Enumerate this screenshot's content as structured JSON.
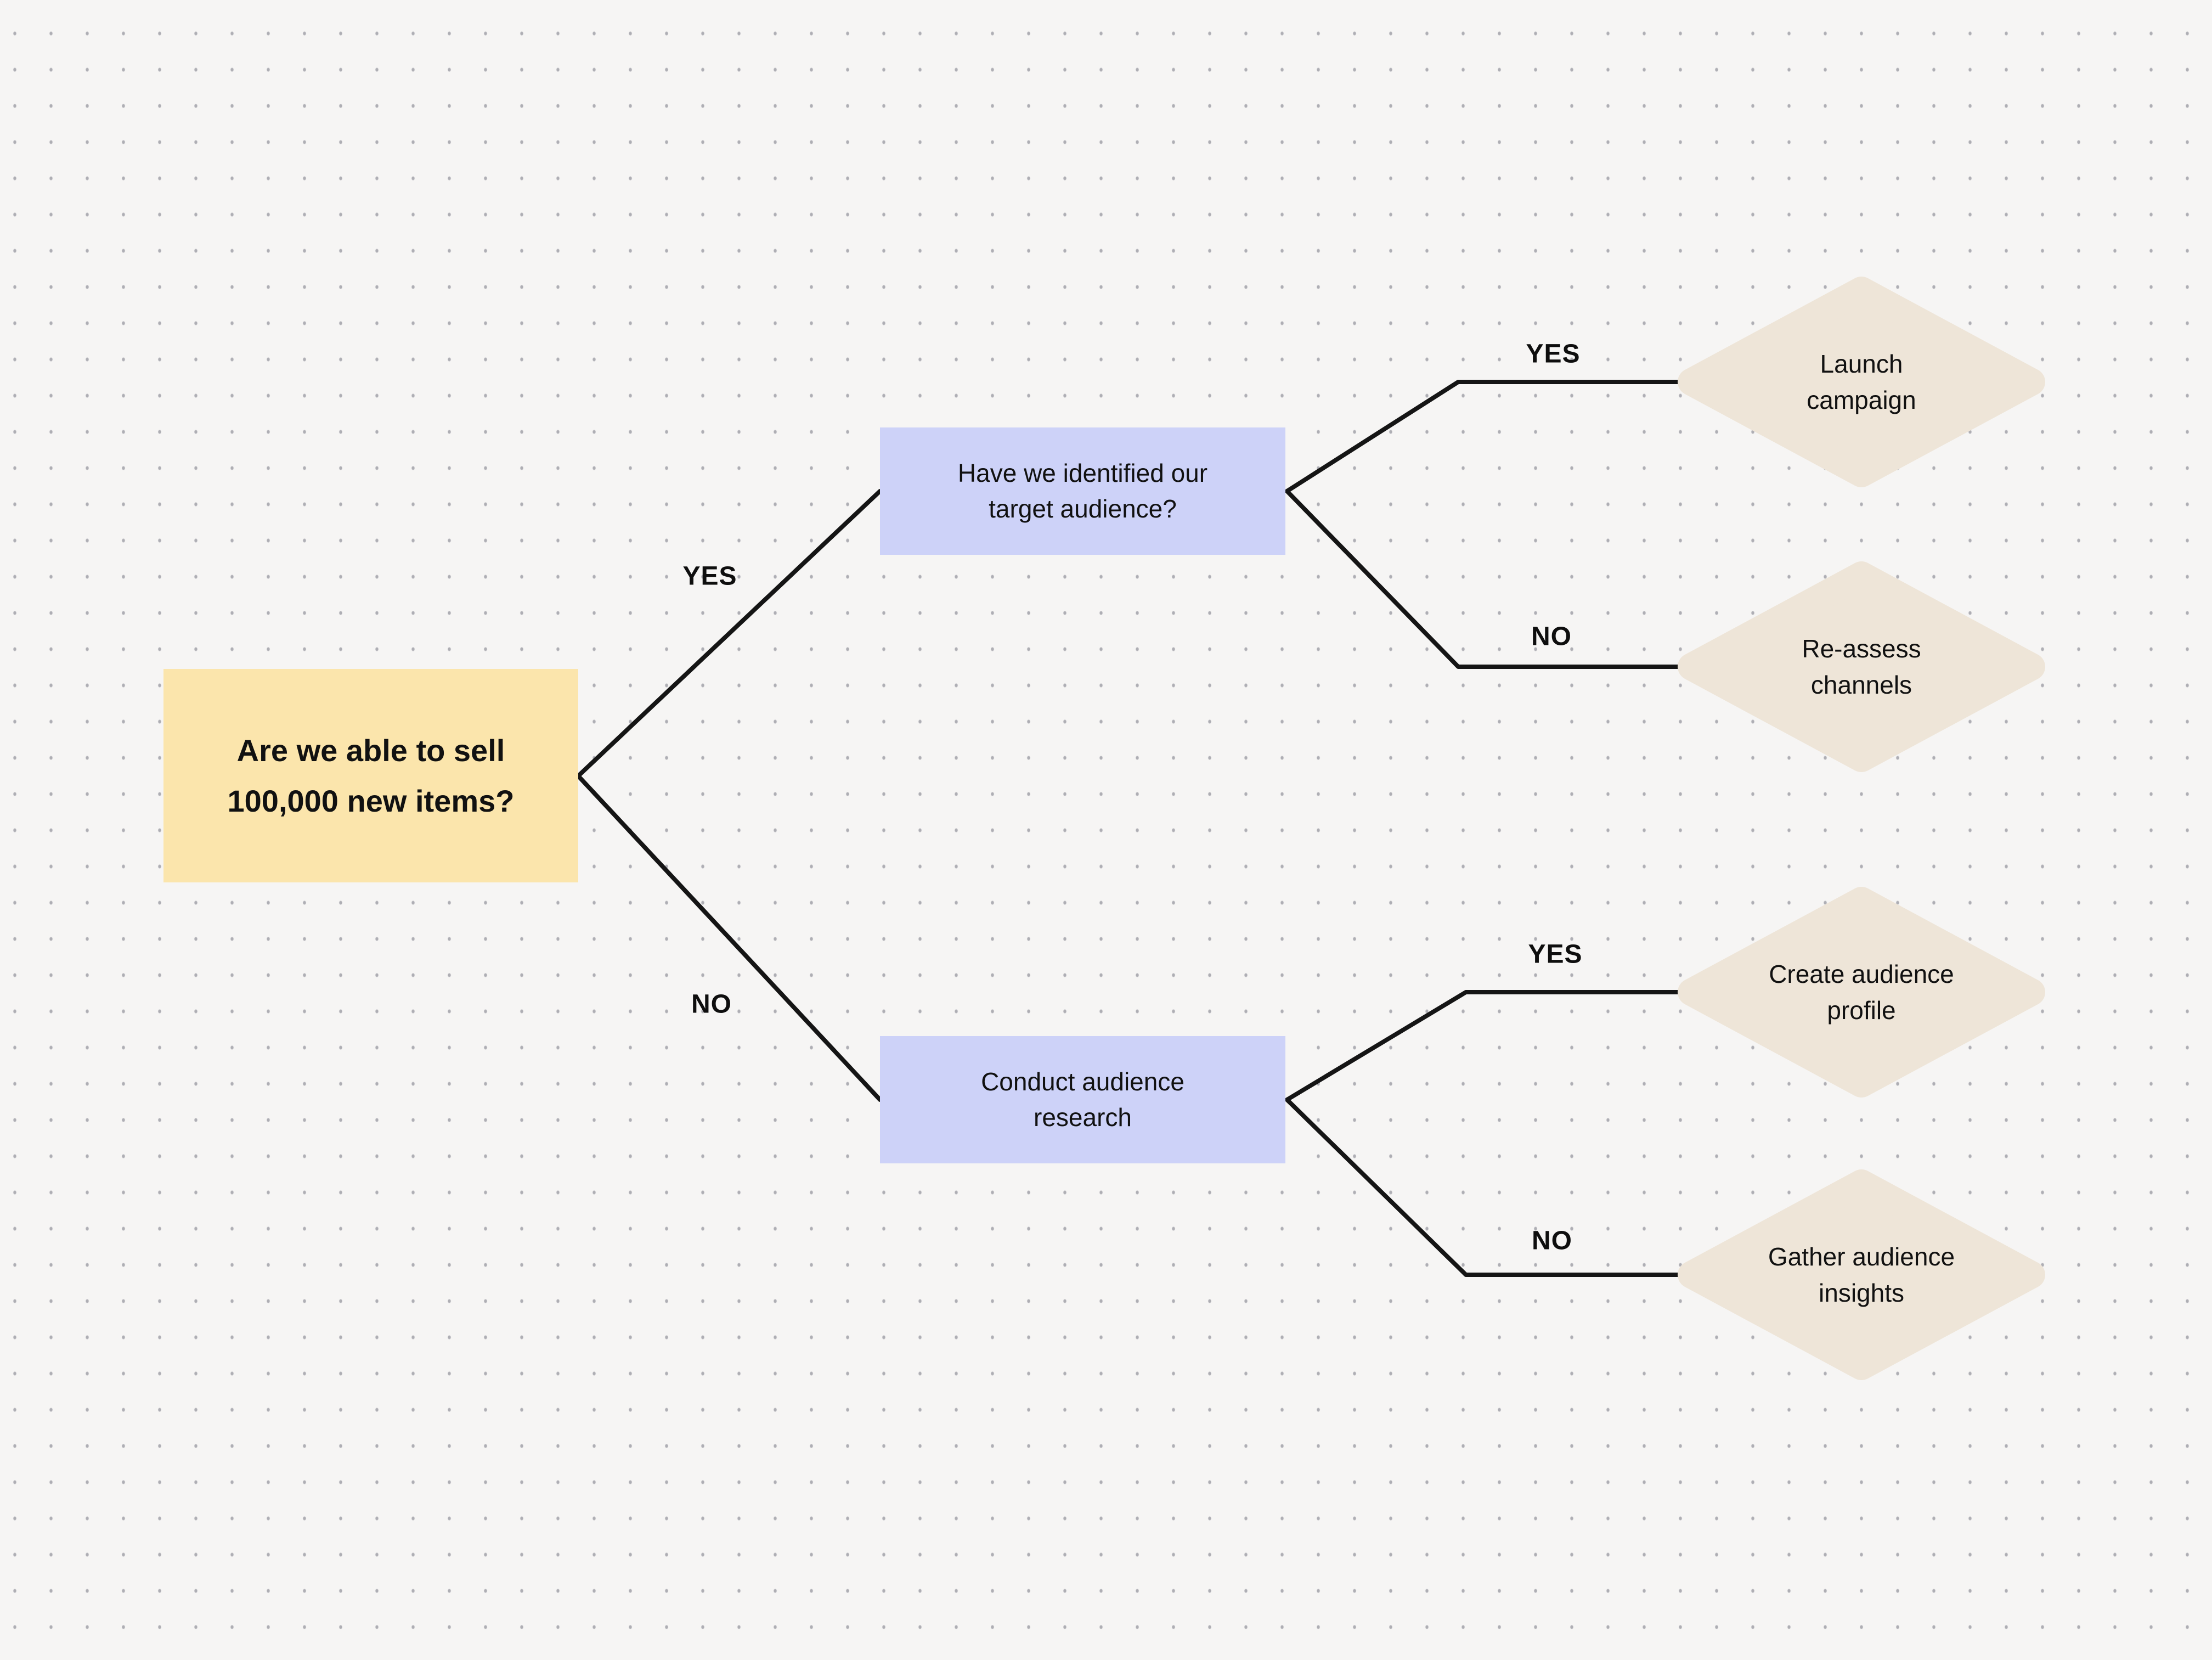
{
  "canvas": {
    "background_color": "#F6F5F4",
    "dot_color": "#AEAEB4",
    "connector_color": "#151515",
    "text_color": "#111111"
  },
  "nodes": {
    "root": {
      "type": "rectangle",
      "color": "#FBE5AC",
      "lines": [
        "Are we able to sell",
        "100,000 new items?"
      ]
    },
    "q_top": {
      "type": "rectangle",
      "color": "#CDD2F8",
      "lines": [
        "Have we identified our",
        "target audience?"
      ]
    },
    "q_bottom": {
      "type": "rectangle",
      "color": "#CDD2F8",
      "lines": [
        "Conduct audience",
        "research"
      ]
    },
    "outcome_launch": {
      "type": "diamond",
      "color": "#EEE5D8",
      "lines": [
        "Launch",
        "campaign"
      ]
    },
    "outcome_reassess": {
      "type": "diamond",
      "color": "#EEE5D8",
      "lines": [
        "Re-assess",
        "channels"
      ]
    },
    "outcome_profile": {
      "type": "diamond",
      "color": "#EEE5D8",
      "lines": [
        "Create audience",
        "profile"
      ]
    },
    "outcome_insights": {
      "type": "diamond",
      "color": "#EEE5D8",
      "lines": [
        "Gather audience",
        "insights"
      ]
    }
  },
  "edges": {
    "root_yes": {
      "label": "YES"
    },
    "root_no": {
      "label": "NO"
    },
    "top_yes": {
      "label": "YES"
    },
    "top_no": {
      "label": "NO"
    },
    "bottom_yes": {
      "label": "YES"
    },
    "bottom_no": {
      "label": "NO"
    }
  }
}
